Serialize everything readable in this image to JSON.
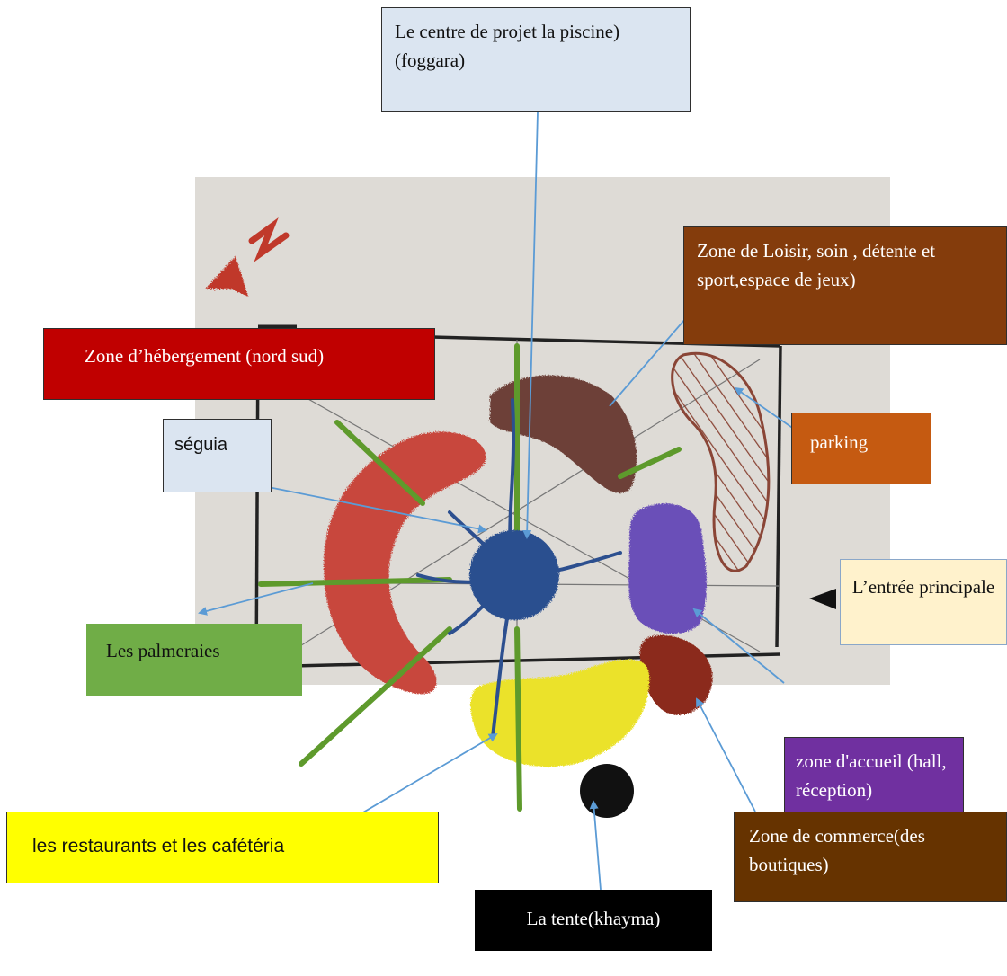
{
  "labels": {
    "centre": "Le centre de projet la piscine)(foggara)",
    "loisir": "Zone de Loisir, soin , détente et sport,espace de jeux)",
    "hebergement": "Zone d’hébergement (nord sud)",
    "seguia": "séguia",
    "parking": "parking",
    "entree": "L’entrée principale",
    "palmeraies": "Les palmeraies",
    "accueil": "zone d'accueil (hall, réception)",
    "restaurants": "les restaurants et les cafétéria",
    "commerce": "Zone de commerce(des boutiques)",
    "tente": "La tente(khayma)"
  },
  "north_mark": "N",
  "colors": {
    "centre": "#dbe5f1",
    "loisir": "#843c0c",
    "hebergement": "#c00000",
    "seguia": "#dbe5f1",
    "parking": "#c55a11",
    "entree": "#fff2cc",
    "palmeraies": "#70ad47",
    "accueil": "#7030a0",
    "restaurants": "#ffff00",
    "commerce": "#663300",
    "tente": "#000000",
    "arrow": "#5b9bd5",
    "pool": "#2c4f8f",
    "accueil_zone": "#6a4fb8",
    "heberg_zone": "#c8473d",
    "loisir_zone": "#6d4139",
    "commerce_zone": "#8b2a1a",
    "restaurant_zone": "#ebe22a",
    "palm": "#5e9a2c"
  }
}
